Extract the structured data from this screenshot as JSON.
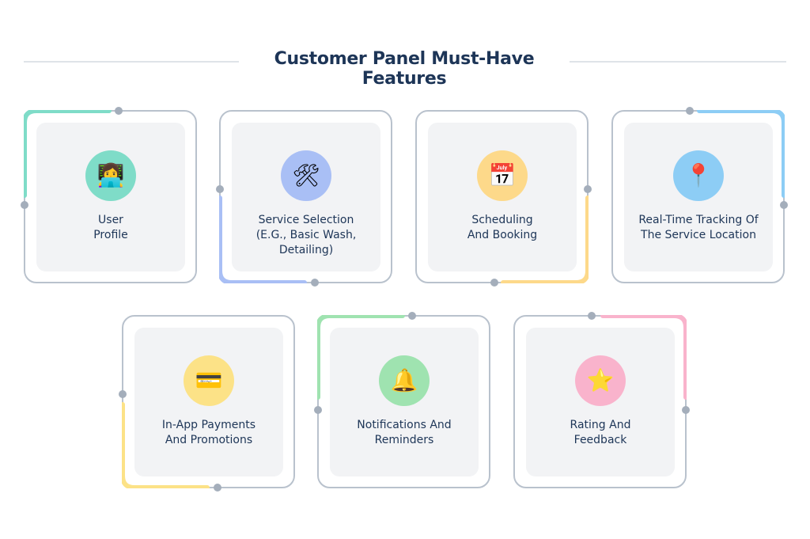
{
  "title": "Customer Panel Must-Have Features",
  "features": [
    {
      "label": "User\nProfile",
      "icon": "user-profile-icon",
      "glyph": "👩‍💻",
      "color": "#7fdcc8",
      "accent": "#7fdcc8"
    },
    {
      "label": "Service Selection\n(E.G., Basic Wash,\nDetailing)",
      "icon": "tools-icon",
      "glyph": "🛠",
      "color": "#a9bff5",
      "accent": "#a9bff5"
    },
    {
      "label": "Scheduling\nAnd Booking",
      "icon": "calendar-icon",
      "glyph": "📅",
      "color": "#fdd98a",
      "accent": "#fdd98a"
    },
    {
      "label": "Real-Time Tracking Of\nThe Service Location",
      "icon": "location-pin-icon",
      "glyph": "📍",
      "color": "#8dcdf5",
      "accent": "#8dcdf5"
    },
    {
      "label": "In-App Payments\nAnd Promotions",
      "icon": "credit-card-icon",
      "glyph": "💳",
      "color": "#fce287",
      "accent": "#fce287"
    },
    {
      "label": "Notifications And\nReminders",
      "icon": "bell-icon",
      "glyph": "🔔",
      "color": "#9fe3b0",
      "accent": "#9fe3b0"
    },
    {
      "label": "Rating And\nFeedback",
      "icon": "star-icon",
      "glyph": "⭐",
      "color": "#f9b3cc",
      "accent": "#f9b3cc"
    }
  ]
}
